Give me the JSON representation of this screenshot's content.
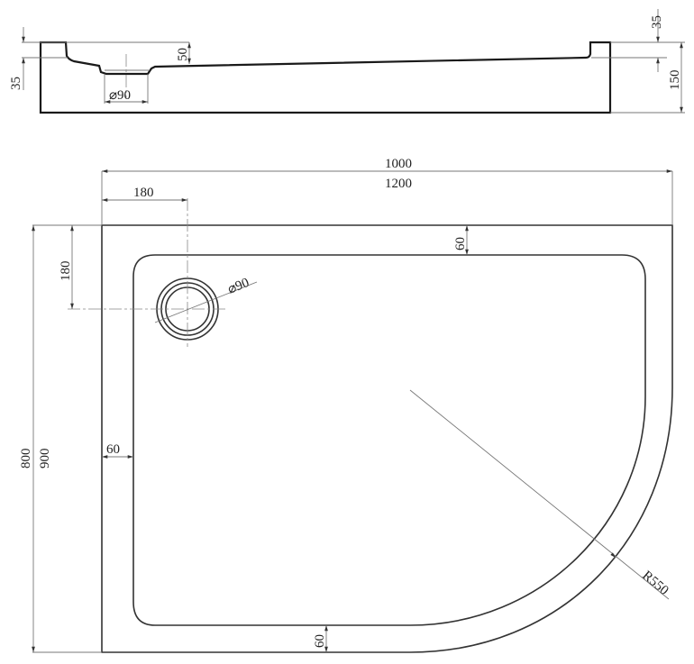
{
  "drawing": {
    "type": "technical-drawing",
    "subject": "quarter-circle shower tray (left drain)",
    "side_view": {
      "dims": {
        "left_rim_height": "35",
        "drain_depth": "50",
        "drain_diameter": "⌀90",
        "right_rim_height": "35",
        "total_height": "150"
      }
    },
    "top_view": {
      "dims": {
        "width_a": "1000",
        "width_b": "1200",
        "drain_offset_x": "180",
        "drain_offset_y": "180",
        "drain_diameter": "⌀90",
        "rim_top": "60",
        "rim_left": "60",
        "rim_bottom": "60",
        "depth_a": "800",
        "depth_b": "900",
        "radius": "R550"
      }
    }
  }
}
